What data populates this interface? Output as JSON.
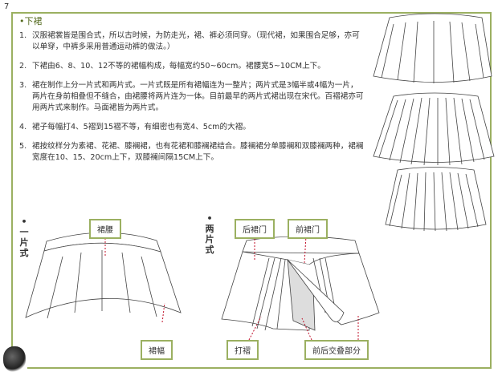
{
  "page_number": "7",
  "section_title": "•下裙",
  "items": [
    {
      "num": "1.",
      "text": "汉服裙裳皆是围合式，所以古时候，为防走光，裙、裤必须同穿。（现代裙，如果围合足够，亦可以单穿，中裤多采用普通运动裤的做法。）"
    },
    {
      "num": "2.",
      "text": "下裙由6、8、10、12不等的裙幅构成，每幅宽约50~60cm。裙腰宽5~10CM上下。"
    },
    {
      "num": "3.",
      "text": "裙在制作上分一片式和两片式。一片式既是所有裙幅连为一整片；两片式是3幅半或4幅为一片，两片在身前相叠但不缝合，由裙腰将两片连为一体。目前最早的两片式裙出现在宋代。百褶裙亦可用两片式来制作。马面裙皆为两片式。"
    },
    {
      "num": "4.",
      "text": "裙子每幅打4、5褶到15褶不等，有细密也有宽4、5cm的大褶。"
    },
    {
      "num": "5.",
      "text": "裙按纹样分为素裙、花裙、膝襕裙，也有花裙和膝襕裙结合。膝襕裙分单膝襕和双膝襕两种，裙襕宽度在10、15、20cm上下，双膝襕间隔15CM上下。"
    }
  ],
  "one_piece": {
    "heading": "• 一片式",
    "waist_label": "裙腰",
    "panel_label": "裙幅"
  },
  "two_piece": {
    "heading": "• 两片式",
    "back_door_label": "后裙门",
    "front_door_label": "前裙门",
    "pleat_label": "打褶",
    "overlap_label": "前后交叠部分"
  },
  "colors": {
    "border": "#9bb061",
    "arrow": "#c0102a"
  }
}
